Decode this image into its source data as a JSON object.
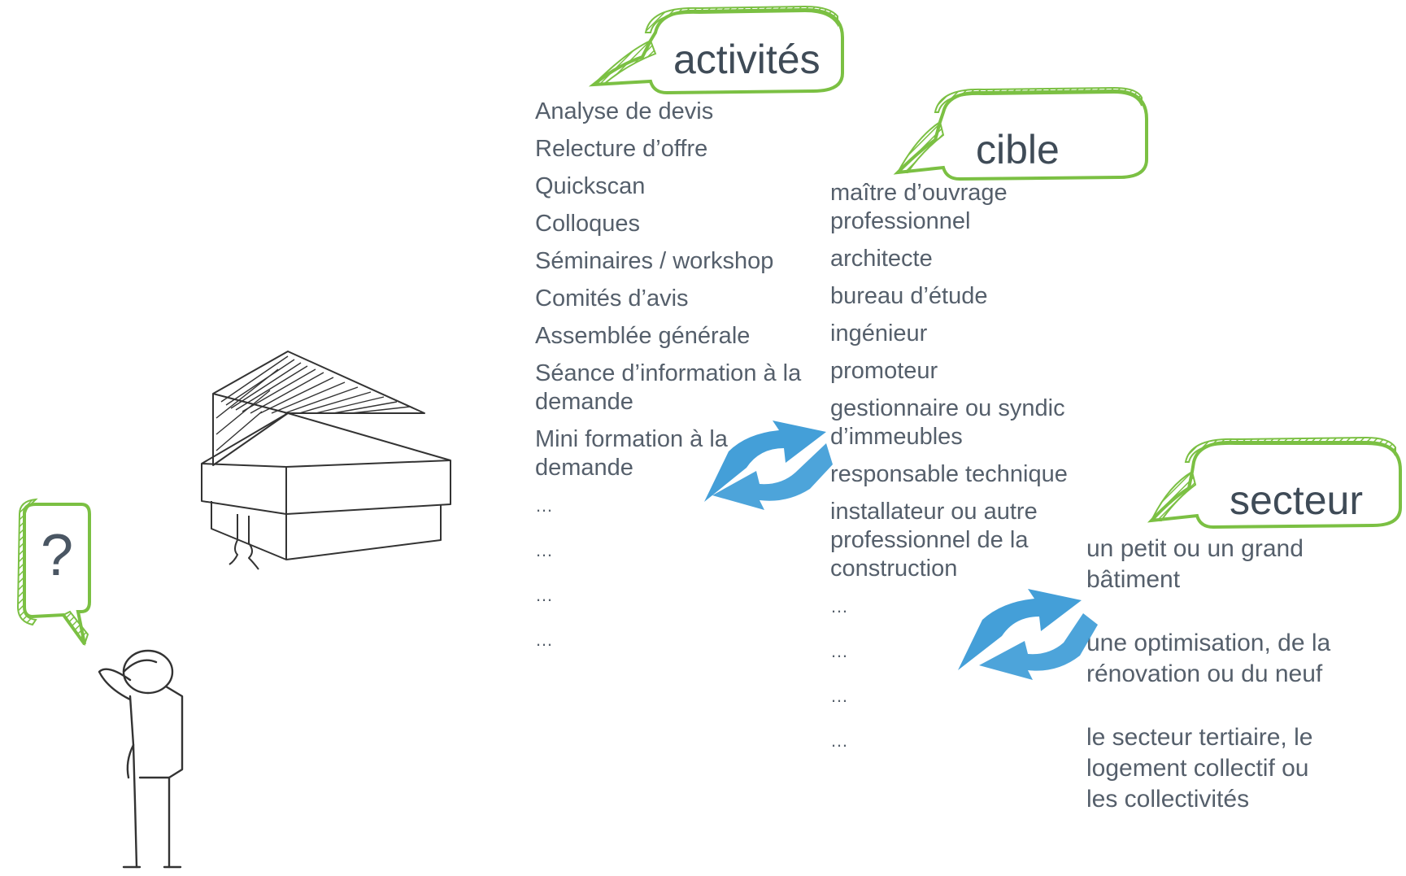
{
  "bubbles": {
    "activites": "activités",
    "cible": "cible",
    "secteur": "secteur",
    "question": "?"
  },
  "activites": [
    "Analyse de devis",
    "Relecture d’offre",
    "Quickscan",
    "Colloques",
    "Séminaires / workshop",
    "Comités d’avis",
    "Assemblée générale",
    "Séance d’information à la demande",
    "Mini formation à la demande",
    "…",
    "…",
    "…",
    "…"
  ],
  "cible": [
    "maître d’ouvrage professionnel",
    "architecte",
    "bureau d’étude",
    "ingénieur",
    "promoteur",
    "gestionnaire ou syndic d’immeubles",
    "responsable technique",
    "installateur ou autre professionnel de la construction",
    "…",
    "…",
    "…",
    "…"
  ],
  "secteur": [
    "un petit ou un grand bâtiment",
    "une optimisation, de la rénovation ou du neuf",
    "le secteur tertiaire, le logement collectif ou les collectivités"
  ],
  "colors": {
    "bubble_outline": "#7bc043",
    "arrows": "#3a9ad6",
    "text": "#555f6b",
    "sketch": "#333333"
  },
  "icons": {
    "building": "building-sketch-icon",
    "person": "thinking-person-sketch-icon",
    "cycle": "recycle-arrows-icon"
  }
}
